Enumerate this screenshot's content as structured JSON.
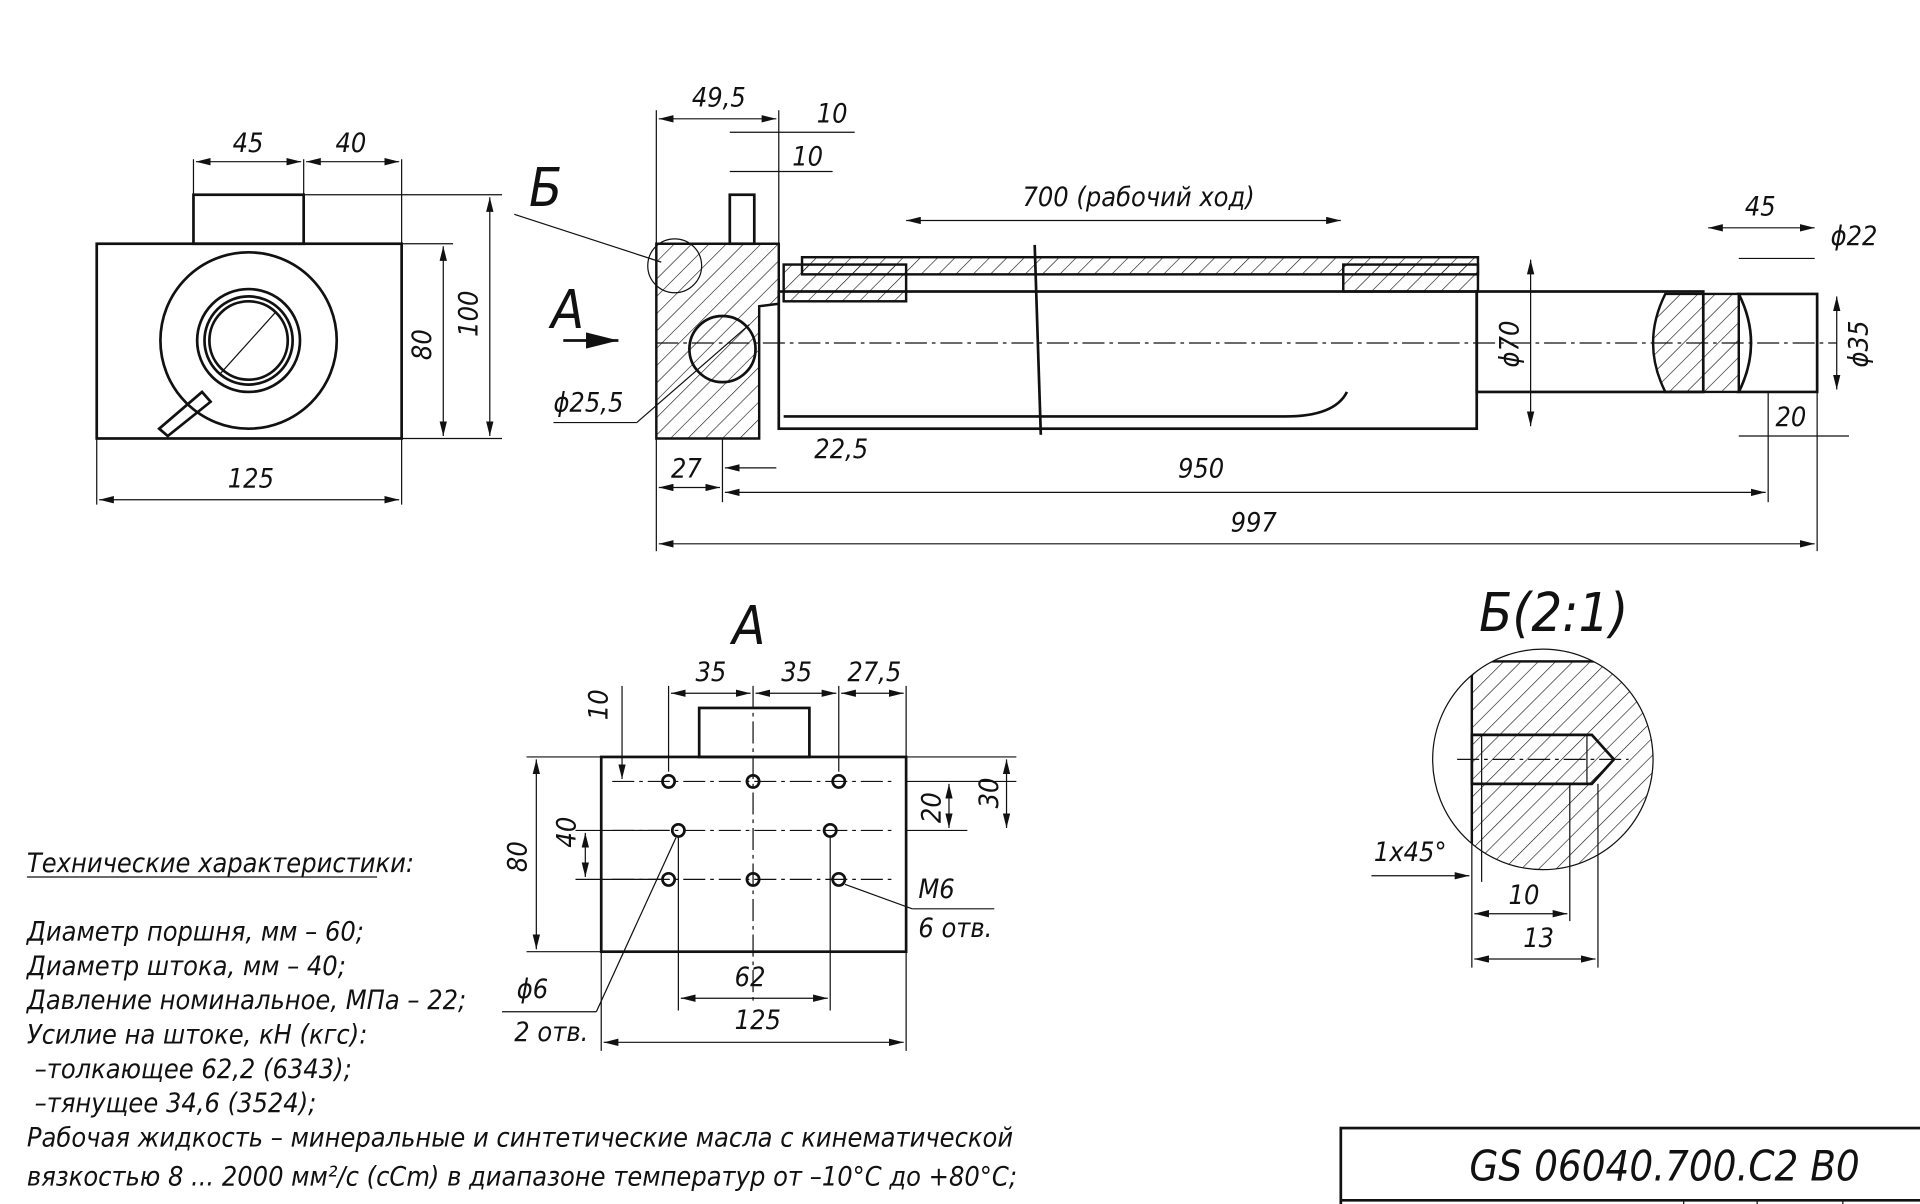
{
  "side_view": {
    "dims": [
      "45",
      "40",
      "80",
      "100",
      "125"
    ]
  },
  "main_view": {
    "label_b": "Б",
    "label_a": "А",
    "dims": {
      "d49_5": "49,5",
      "d10a": "10",
      "d10b": "10",
      "stroke": "700 (рабочий ход)",
      "d45": "45",
      "phi22": "ϕ22",
      "phi70": "ϕ70",
      "phi35": "ϕ35",
      "d20": "20",
      "phi25_5": "ϕ25,5",
      "d27": "27",
      "d22_5": "22,5",
      "d950": "950",
      "d997": "997"
    }
  },
  "view_a": {
    "title": "А",
    "dims": {
      "d35a": "35",
      "d35b": "35",
      "d27_5": "27,5",
      "d10": "10",
      "d20": "20",
      "d30": "30",
      "d40": "40",
      "d80": "80",
      "m6": "М6",
      "m6_count": "6 отв.",
      "phi6": "ϕ6",
      "phi6_count": "2 отв.",
      "d62": "62",
      "d125": "125"
    }
  },
  "detail_b": {
    "title": "Б(2:1)",
    "dims": {
      "chamfer": "1x45°",
      "d10": "10",
      "d13": "13"
    }
  },
  "specs": {
    "heading": "Технические характеристики:",
    "lines": [
      "Диаметр поршня, мм – 60;",
      "Диаметр штока, мм – 40;",
      "Давление номинальное, МПа – 22;",
      "Усилие на штоке, кН (кгс):",
      " –толкающее 62,2 (6343);",
      " –тянущее 34,6 (3524);",
      "Рабочая жидкость – минеральные и синтетические масла с кинематической",
      "вязкостью 8 ... 2000 мм²/с (cCm) в диапазоне температур от –10°С до +80°С;"
    ]
  },
  "title_block": {
    "designation": "GS 06040.700.C2 B0"
  }
}
